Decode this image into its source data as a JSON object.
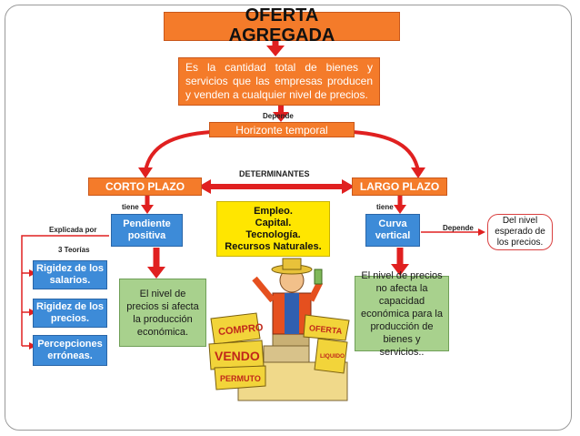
{
  "title": "OFERTA\nAGREGADA",
  "definition": "Es la cantidad total de bienes y servicios que las empresas producen y venden a cualquier nivel de precios.",
  "label_depende_top": "Depende",
  "horizonte": "Horizonte temporal",
  "determinantes_label": "DETERMINANTES",
  "corto_plazo": "CORTO PLAZO",
  "largo_plazo": "LARGO PLAZO",
  "determinantes_box": "Empleo.\nCapital.\nTecnología.\nRecursos Naturales.",
  "corto": {
    "tiene": "tiene",
    "explicada_por": "Explicada por",
    "teorias_count": "3 Teorías",
    "pendiente": "Pendiente\npositiva",
    "efecto": "El nivel de precios si afecta la producción económica.",
    "teorias": [
      "Rigidez de los salarios.",
      "Rigidez de los precios.",
      "Percepciones erróneas."
    ]
  },
  "largo": {
    "tiene": "tiene",
    "depende": "Depende",
    "curva": "Curva\nvertical",
    "depende_box": "Del nivel esperado de los precios.",
    "efecto": "El nivel de precios no afecta la capacidad económica para la producción de bienes y servicios.."
  },
  "illustration_signs": [
    "COMPRO",
    "VENDO",
    "PERMUTO",
    "OFERTA",
    "LIQUIDO"
  ],
  "colors": {
    "orange": "#f47b2a",
    "blue": "#3d8bd8",
    "green": "#a8d18d",
    "yellow": "#ffe600",
    "red_arrow": "#e02020"
  }
}
